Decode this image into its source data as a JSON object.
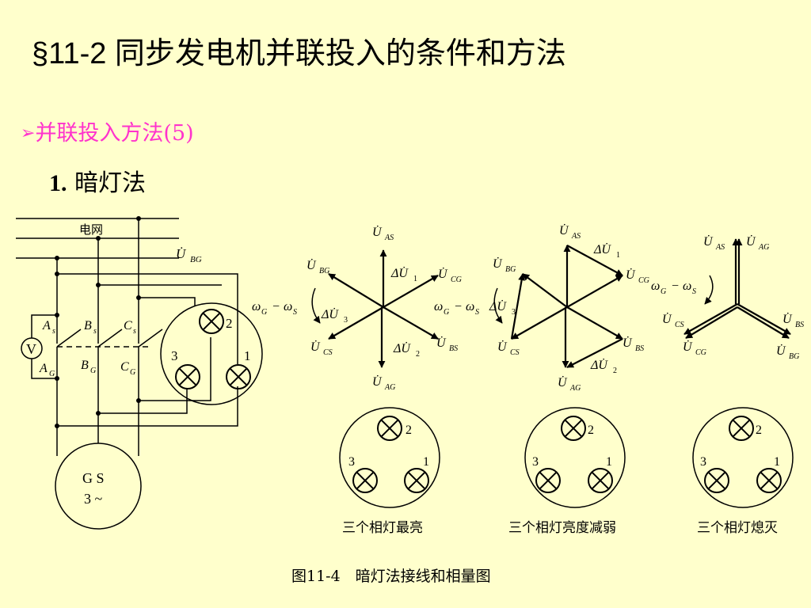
{
  "title": "§11-2 同步发电机并联投入的条件和方法",
  "bullet": {
    "marker": "➢",
    "text": "并联投入方法(5)"
  },
  "section": {
    "number": "1.",
    "text": "暗灯法"
  },
  "circuit": {
    "grid_label": "电网",
    "voltmeter": "V",
    "generator_line1": "G S",
    "generator_line2": "3 ~",
    "lamp_numbers": [
      "1",
      "2",
      "3"
    ]
  },
  "phasor_labels": {
    "omega": "ω",
    "G": "G",
    "S": "S",
    "minus": " − ",
    "delta": "Δ",
    "U": "U",
    "AS": "AS",
    "BS": "BS",
    "CS": "CS",
    "AG": "AG",
    "BG": "BG",
    "CG": "CG",
    "d1": "1",
    "d2": "2",
    "d3": "3"
  },
  "lamp_captions": [
    "三个相灯最亮",
    "三个相灯亮度减弱",
    "三个相灯熄灭"
  ],
  "figure_caption": "图11-4　暗灯法接线和相量图"
}
